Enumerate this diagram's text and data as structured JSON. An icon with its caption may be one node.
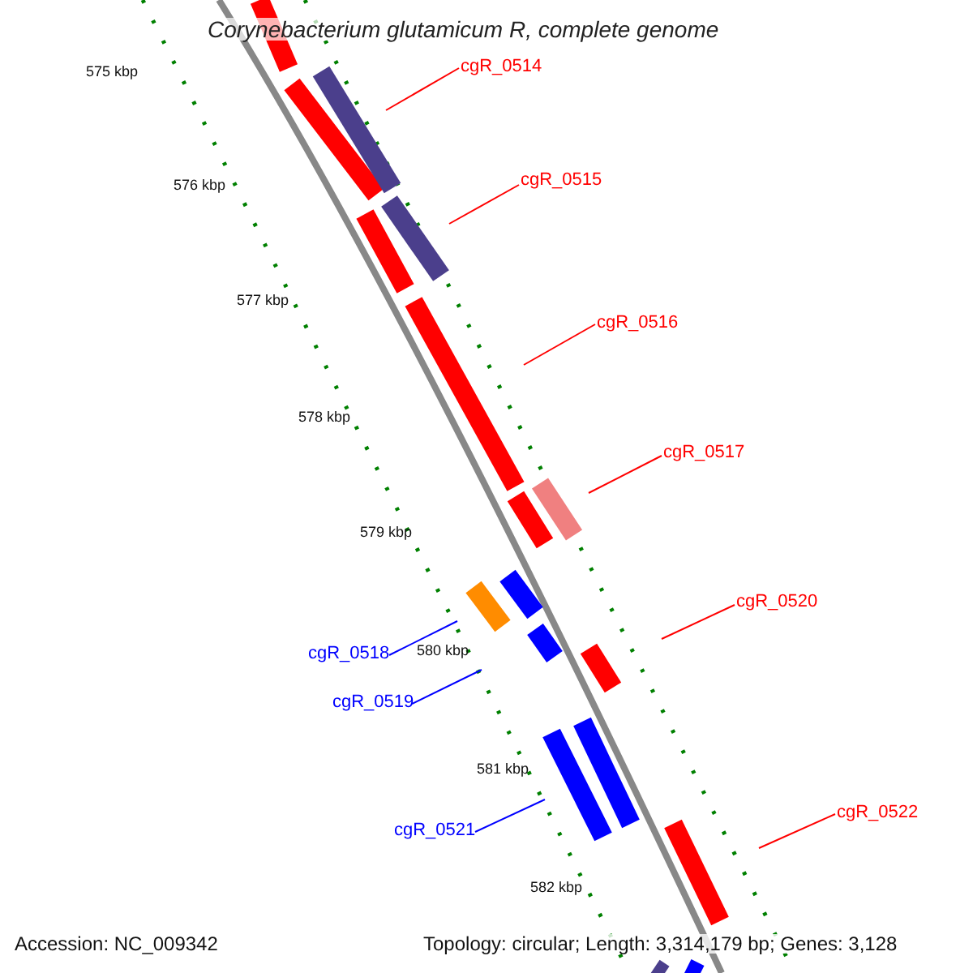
{
  "diagram": {
    "title": "Corynebacterium glutamicum R, complete genome",
    "nodes": [
      {
        "text": [
          "cgR_0514"
        ]
      },
      {
        "text": [
          "cgR_0515"
        ]
      },
      {
        "text": [
          "cgR_0516"
        ]
      },
      {
        "text": [
          "cgR_0517"
        ]
      },
      {
        "text": [
          "cgR_0520"
        ]
      },
      {
        "text": [
          "cgR_0518"
        ]
      },
      {
        "text": [
          "cgR_0519"
        ]
      },
      {
        "text": [
          "cgR_0521"
        ]
      },
      {
        "text": [
          "cgR_0522"
        ]
      }
    ],
    "edges": [
      {
        "from": 0,
        "to": null,
        "arrow": "none"
      },
      {
        "from": 1,
        "to": null,
        "arrow": "none"
      },
      {
        "from": 2,
        "to": null,
        "arrow": "none"
      },
      {
        "from": 3,
        "to": null,
        "arrow": "none"
      },
      {
        "from": 4,
        "to": null,
        "arrow": "none"
      },
      {
        "from": 5,
        "to": null,
        "arrow": "none",
        "color": "#0000ff"
      },
      {
        "from": 6,
        "to": null,
        "arrow": "none",
        "color": "#0000ff"
      },
      {
        "from": 7,
        "to": null,
        "arrow": "none",
        "color": "#0000ff"
      },
      {
        "from": 8,
        "to": null,
        "arrow": "none"
      }
    ],
    "labels": [
      "575 kbp",
      "576 kbp",
      "577 kbp",
      "578 kbp",
      "579 kbp",
      "580 kbp",
      "581 kbp",
      "582 kbp",
      "Accession: NC_009342",
      "Topology: circular; Length: 3,314,179 bp; Genes: 3,128"
    ]
  }
}
